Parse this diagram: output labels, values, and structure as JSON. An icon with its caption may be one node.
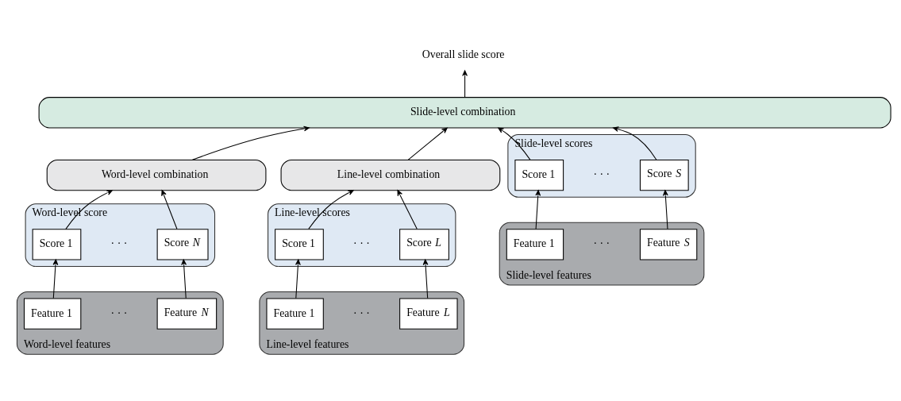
{
  "diagram": {
    "nodes": [
      {
        "text": [
          "Overall slide score"
        ]
      },
      {
        "text": [
          "Slide-level combination"
        ]
      },
      {
        "text": [
          "Word-level combination"
        ]
      },
      {
        "text": [
          "Line-level combination"
        ]
      },
      {
        "text": [
          "Word-level score"
        ]
      },
      {
        "text": [
          "Score 1"
        ],
        "in": 4
      },
      {
        "text": [
          "Score *N*"
        ],
        "in": 4
      },
      {
        "text": [
          "Line-level scores"
        ]
      },
      {
        "text": [
          "Score 1"
        ],
        "in": 7
      },
      {
        "text": [
          "Score *L*"
        ],
        "in": 7
      },
      {
        "text": [
          "Slide-level scores"
        ]
      },
      {
        "text": [
          "Score 1"
        ],
        "in": 10
      },
      {
        "text": [
          "Score *S*"
        ],
        "in": 10
      },
      {
        "text": [
          "Word-level features"
        ]
      },
      {
        "text": [
          "Feature 1"
        ],
        "in": 13
      },
      {
        "text": [
          "Feature *N*"
        ],
        "in": 13
      },
      {
        "text": [
          "Line-level features"
        ]
      },
      {
        "text": [
          "Feature 1"
        ],
        "in": 16
      },
      {
        "text": [
          "Feature *L*"
        ],
        "in": 16
      },
      {
        "text": [
          "Slide-level features"
        ]
      },
      {
        "text": [
          "Feature 1"
        ],
        "in": 19
      },
      {
        "text": [
          "Feature *S*"
        ],
        "in": 19
      }
    ],
    "edges": [
      {
        "from": 1,
        "to": 0,
        "arrow": "to"
      },
      {
        "from": 2,
        "to": 1,
        "arrow": "to"
      },
      {
        "from": 3,
        "to": 1,
        "arrow": "to"
      },
      {
        "from": 11,
        "to": 1,
        "arrow": "to"
      },
      {
        "from": 12,
        "to": 1,
        "arrow": "to"
      },
      {
        "from": 5,
        "to": 2,
        "arrow": "to"
      },
      {
        "from": 6,
        "to": 2,
        "arrow": "to"
      },
      {
        "from": 8,
        "to": 3,
        "arrow": "to"
      },
      {
        "from": 9,
        "to": 3,
        "arrow": "to"
      },
      {
        "from": 14,
        "to": 5,
        "arrow": "to"
      },
      {
        "from": 15,
        "to": 6,
        "arrow": "to"
      },
      {
        "from": 17,
        "to": 8,
        "arrow": "to"
      },
      {
        "from": 18,
        "to": 9,
        "arrow": "to"
      },
      {
        "from": 20,
        "to": 11,
        "arrow": "to"
      },
      {
        "from": 21,
        "to": 12,
        "arrow": "to"
      }
    ],
    "labels": [
      "· · ·",
      "· · ·",
      "· · ·",
      "· · ·",
      "· · ·",
      "· · ·"
    ]
  }
}
